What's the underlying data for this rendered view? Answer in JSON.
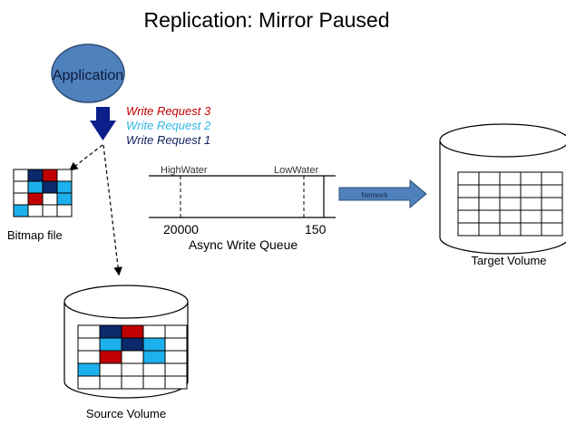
{
  "title": "Replication: Mirror Paused",
  "application": {
    "label": "Application",
    "fill": "#4f81bd",
    "stroke": "#2c4d75"
  },
  "write_requests": [
    {
      "label": "Write Request 3",
      "color": "#c00000"
    },
    {
      "label": "Write Request 2",
      "color": "#31b6e7"
    },
    {
      "label": "Write Request 1",
      "color": "#10205e"
    }
  ],
  "colors": {
    "dark": "#0b2a6b",
    "red": "#c00000",
    "light": "#1cb0ec",
    "white": "#ffffff",
    "arrow": "#0a1f8a",
    "network": "#4f81bd"
  },
  "bitmap": {
    "label": "Bitmap file",
    "rows": 4,
    "cols": 4,
    "cells": [
      [
        "white",
        "dark",
        "red",
        "white"
      ],
      [
        "white",
        "light",
        "dark",
        "light"
      ],
      [
        "white",
        "red",
        "white",
        "light"
      ],
      [
        "light",
        "white",
        "white",
        "white"
      ]
    ]
  },
  "queue": {
    "label": "Async Write Queue",
    "high_label": "HighWater",
    "low_label": "LowWater",
    "high_value": "20000",
    "low_value": "150"
  },
  "network": {
    "label": "Network"
  },
  "source_volume": {
    "label": "Source Volume",
    "rows": 5,
    "cols": 5,
    "cells": [
      [
        "white",
        "dark",
        "red",
        "white",
        "white"
      ],
      [
        "white",
        "light",
        "dark",
        "light",
        "white"
      ],
      [
        "white",
        "red",
        "white",
        "light",
        "white"
      ],
      [
        "light",
        "white",
        "white",
        "white",
        "white"
      ],
      [
        "white",
        "white",
        "white",
        "white",
        "white"
      ]
    ]
  },
  "target_volume": {
    "label": "Target Volume",
    "rows": 5,
    "cols": 5
  }
}
